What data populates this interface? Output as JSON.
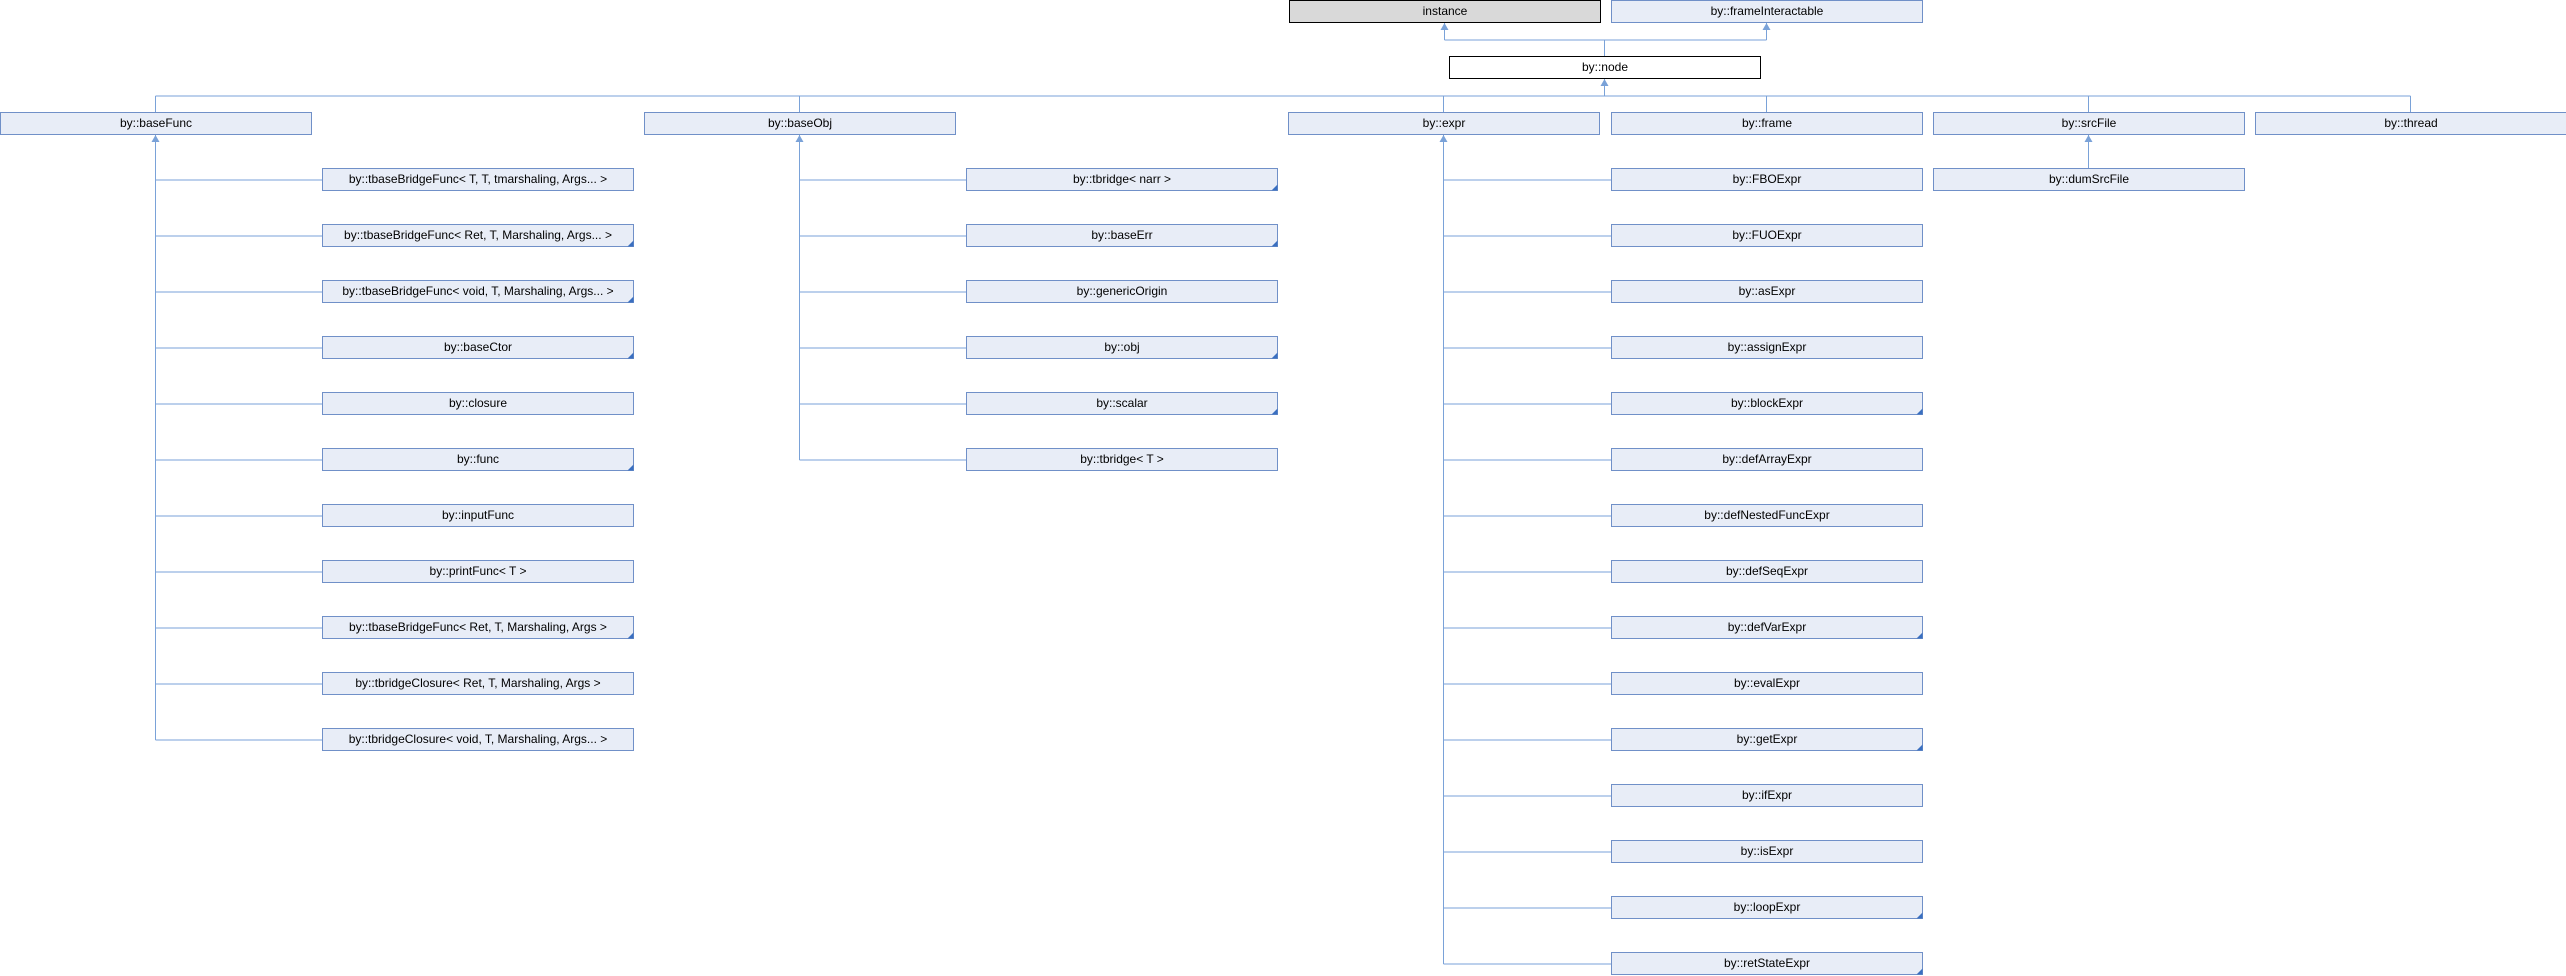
{
  "diagram": {
    "title": "",
    "nodes": {
      "instance": "instance",
      "frameInteractable": "by::frameInteractable",
      "node": "by::node",
      "baseFunc": "by::baseFunc",
      "baseObj": "by::baseObj",
      "expr": "by::expr",
      "frame": "by::frame",
      "srcFile": "by::srcFile",
      "thread": "by::thread",
      "dumSrcFile": "by::dumSrcFile"
    },
    "baseFunc_children": [
      "by::tbaseBridgeFunc< T, T, tmarshaling, Args... >",
      "by::tbaseBridgeFunc< Ret, T, Marshaling, Args... >",
      "by::tbaseBridgeFunc< void, T, Marshaling, Args... >",
      "by::baseCtor",
      "by::closure",
      "by::func",
      "by::inputFunc",
      "by::printFunc< T >",
      "by::tbaseBridgeFunc< Ret, T, Marshaling, Args >",
      "by::tbridgeClosure< Ret, T, Marshaling, Args >",
      "by::tbridgeClosure< void, T, Marshaling, Args... >"
    ],
    "baseFunc_children_more": [
      false,
      true,
      true,
      true,
      false,
      true,
      false,
      false,
      true,
      false,
      false
    ],
    "baseObj_children": [
      "by::tbridge< narr >",
      "by::baseErr",
      "by::genericOrigin",
      "by::obj",
      "by::scalar",
      "by::tbridge< T >"
    ],
    "baseObj_children_more": [
      true,
      true,
      false,
      true,
      true,
      false
    ],
    "expr_children": [
      "by::FBOExpr",
      "by::FUOExpr",
      "by::asExpr",
      "by::assignExpr",
      "by::blockExpr",
      "by::defArrayExpr",
      "by::defNestedFuncExpr",
      "by::defSeqExpr",
      "by::defVarExpr",
      "by::evalExpr",
      "by::getExpr",
      "by::ifExpr",
      "by::isExpr",
      "by::loopExpr",
      "by::retStateExpr"
    ],
    "expr_children_more": [
      false,
      false,
      false,
      false,
      true,
      false,
      false,
      false,
      true,
      false,
      true,
      false,
      false,
      true,
      true
    ],
    "colors": {
      "node_fill": "#e8edf7",
      "node_border": "#7090c8",
      "connector": "#7aa2d8",
      "highlight_fill": "#ffffff",
      "external_fill": "#d9d9d9"
    }
  }
}
